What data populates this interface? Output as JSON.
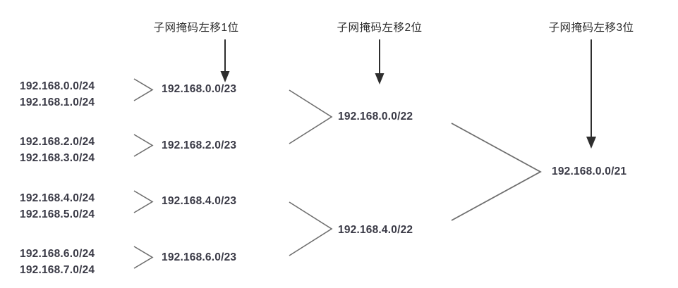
{
  "diagram": {
    "title_headers": [
      {
        "id": "shift1",
        "label": "子网掩码左移1位"
      },
      {
        "id": "shift2",
        "label": "子网掩码左移2位"
      },
      {
        "id": "shift3",
        "label": "子网掩码左移3位"
      }
    ],
    "colors": {
      "text": "#3a3a46",
      "header_text": "#2b2b2b",
      "chevron_stroke": "#6e6e6e",
      "arrow": "#2e2e2e",
      "background": "#ffffff"
    },
    "columns": {
      "level0_24": [
        {
          "pair": [
            "192.168.0.0/24",
            "192.168.1.0/24"
          ]
        },
        {
          "pair": [
            "192.168.2.0/24",
            "192.168.3.0/24"
          ]
        },
        {
          "pair": [
            "192.168.4.0/24",
            "192.168.5.0/24"
          ]
        },
        {
          "pair": [
            "192.168.6.0/24",
            "192.168.7.0/24"
          ]
        }
      ],
      "level1_23": [
        "192.168.0.0/23",
        "192.168.2.0/23",
        "192.168.4.0/23",
        "192.168.6.0/23"
      ],
      "level2_22": [
        "192.168.0.0/22",
        "192.168.4.0/22"
      ],
      "level3_21": [
        "192.168.0.0/21"
      ]
    },
    "icons": {
      "merge": "chevron-right-merge",
      "arrow": "arrow-down"
    }
  }
}
